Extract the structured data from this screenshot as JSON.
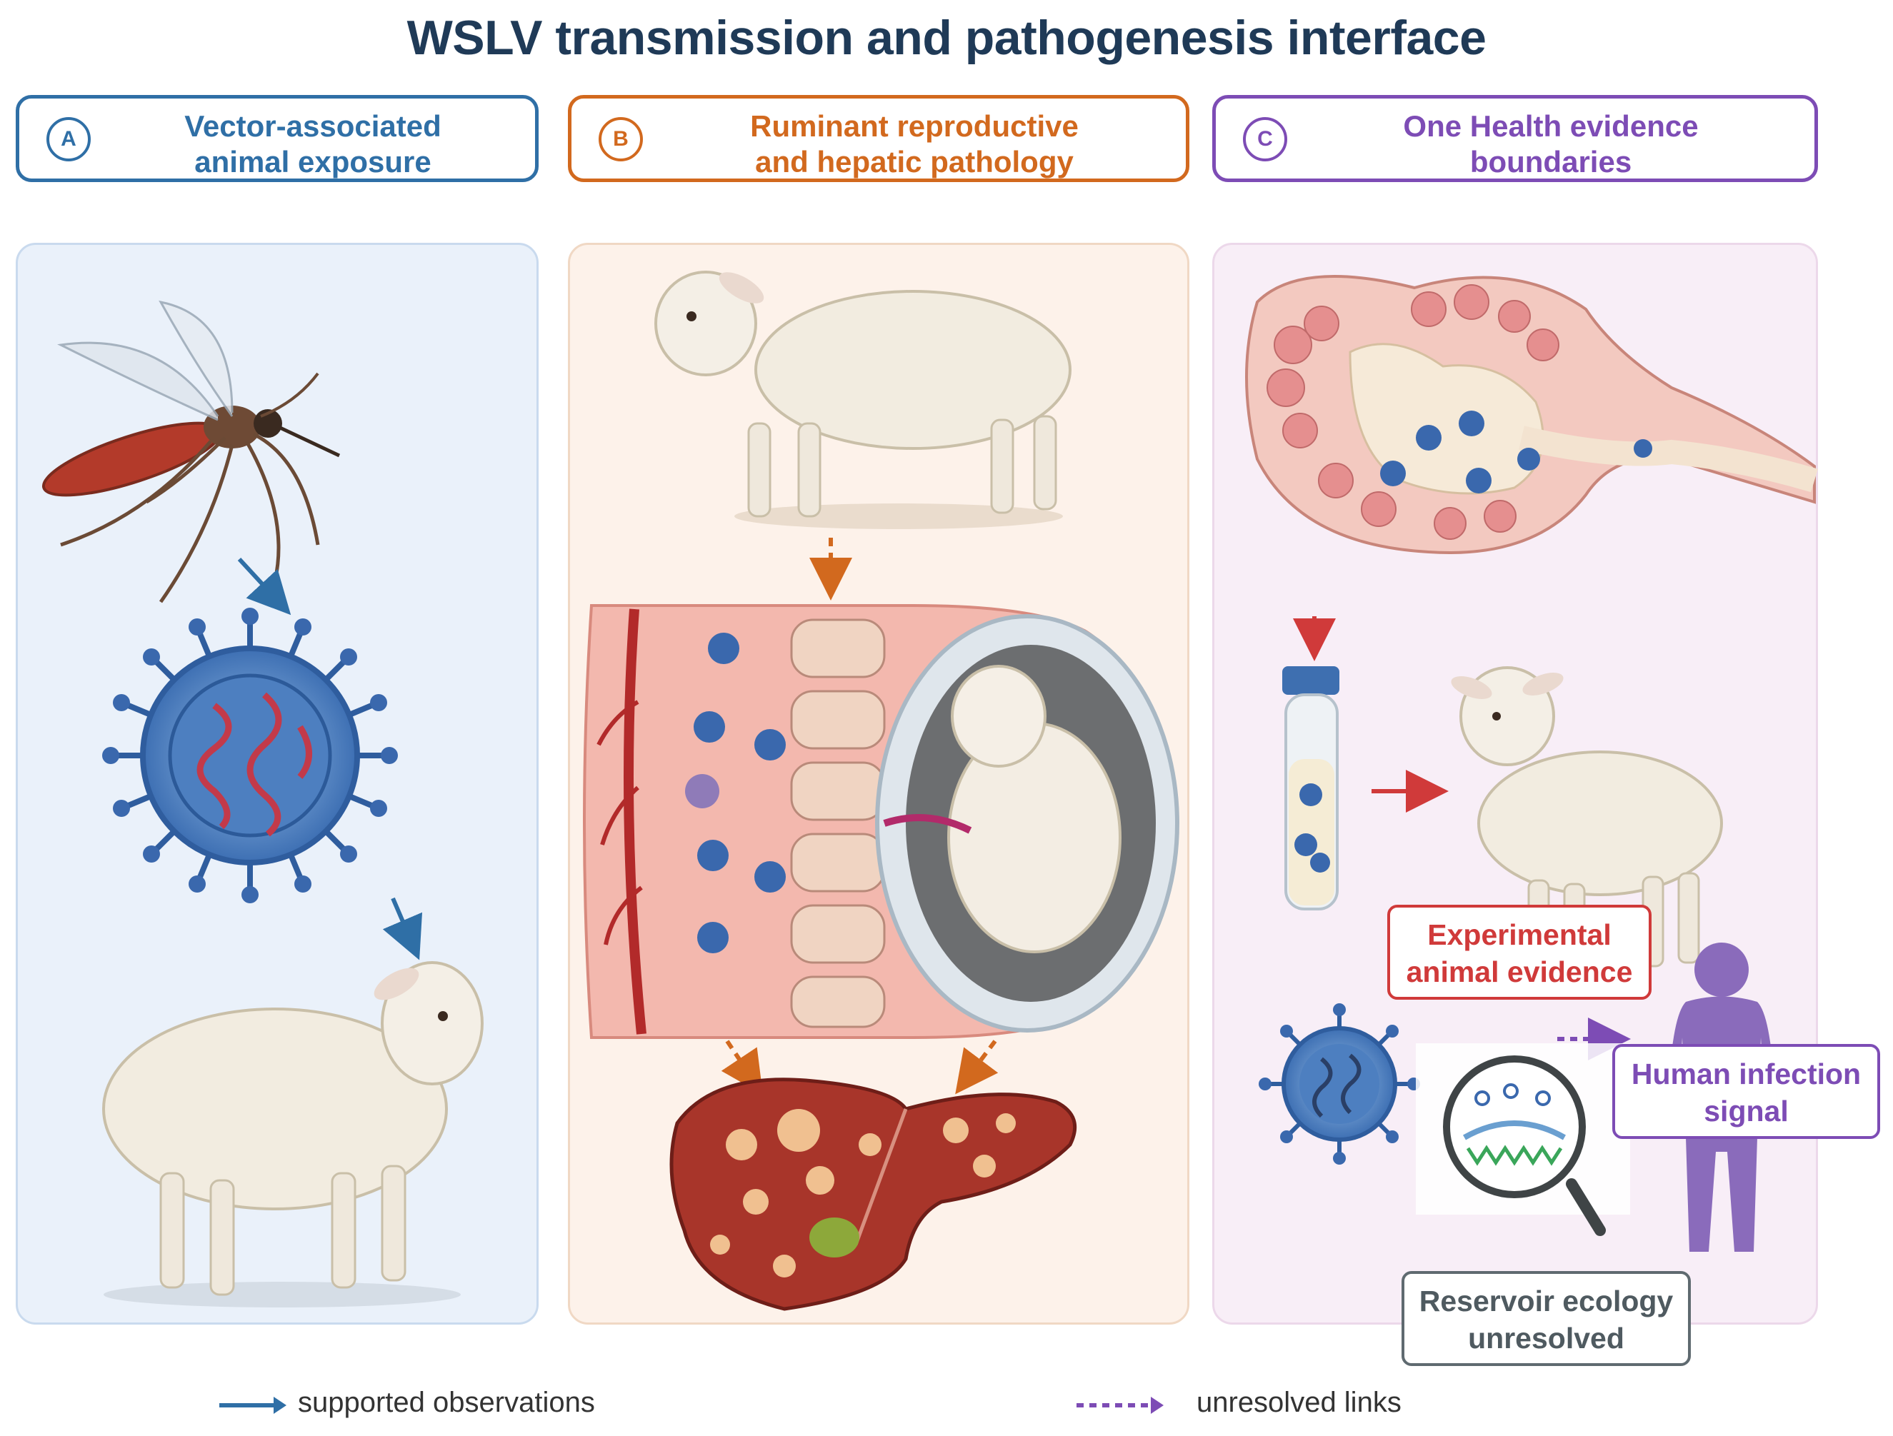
{
  "title": "WSLV transmission and pathogenesis interface",
  "panels": [
    {
      "letter": "A",
      "title_line1": "Vector-associated",
      "title_line2": "animal exposure",
      "color": "#2f6fa6",
      "bg": "#eaf1fa"
    },
    {
      "letter": "B",
      "title_line1": "Ruminant reproductive",
      "title_line2": "and hepatic pathology",
      "color": "#d2691e",
      "bg": "#fdf2ea"
    },
    {
      "letter": "C",
      "title_line1": "One Health evidence",
      "title_line2": "boundaries",
      "color": "#7d4cb5",
      "bg": "#f8eef7"
    }
  ],
  "callouts": {
    "experimental_line1": "Experimental",
    "experimental_line2": "animal evidence",
    "human_line1": "Human infection",
    "human_line2": "signal",
    "reservoir_line1": "Reservoir ecology",
    "reservoir_line2": "unresolved"
  },
  "legend": {
    "supported": "supported observations",
    "unresolved": "unresolved links"
  },
  "colors": {
    "supported_arrow": "#2f6fa6",
    "pathology_arrow": "#d2691e",
    "experimental": "#d03a3a",
    "unresolved_arrow": "#7d4cb5",
    "reservoir": "#5f6a70"
  },
  "icons": [
    "mosquito-icon",
    "virus-particle-icon",
    "sheep-icon",
    "placenta-fetus-cross-section",
    "liver-icon",
    "tissue-cross-section",
    "sample-vial-icon",
    "lamb-icon",
    "human-silhouette-icon",
    "magnifier-icon"
  ]
}
